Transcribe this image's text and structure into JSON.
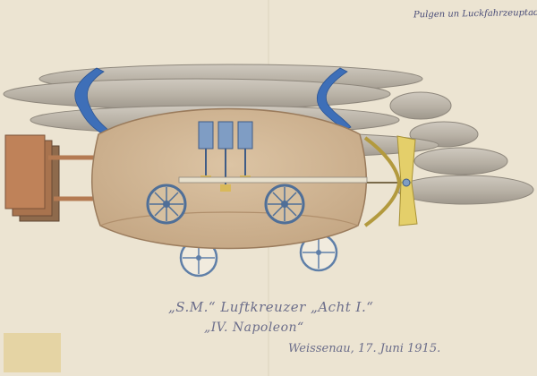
{
  "artwork": {
    "top_note": "Pulgen un Luckfahrzeuptadtle",
    "caption_title": "„S.M.“ Luftkreuzer „Acht I.“",
    "caption_subtitle": "„IV. Napoleon“",
    "caption_date": "Weissenau, 17. Juni 1915.",
    "colors": {
      "paper": "#ece4d2",
      "balloon_gray": "#b9b2a6",
      "band_blue": "#3e6fb8",
      "hull_tan": "#d2b796",
      "engine_blue": "#7f9dc4",
      "propeller_yellow": "#e4cf6a",
      "crate_brown": "#b47a52",
      "wheel_blue": "#5f7fa8"
    }
  }
}
